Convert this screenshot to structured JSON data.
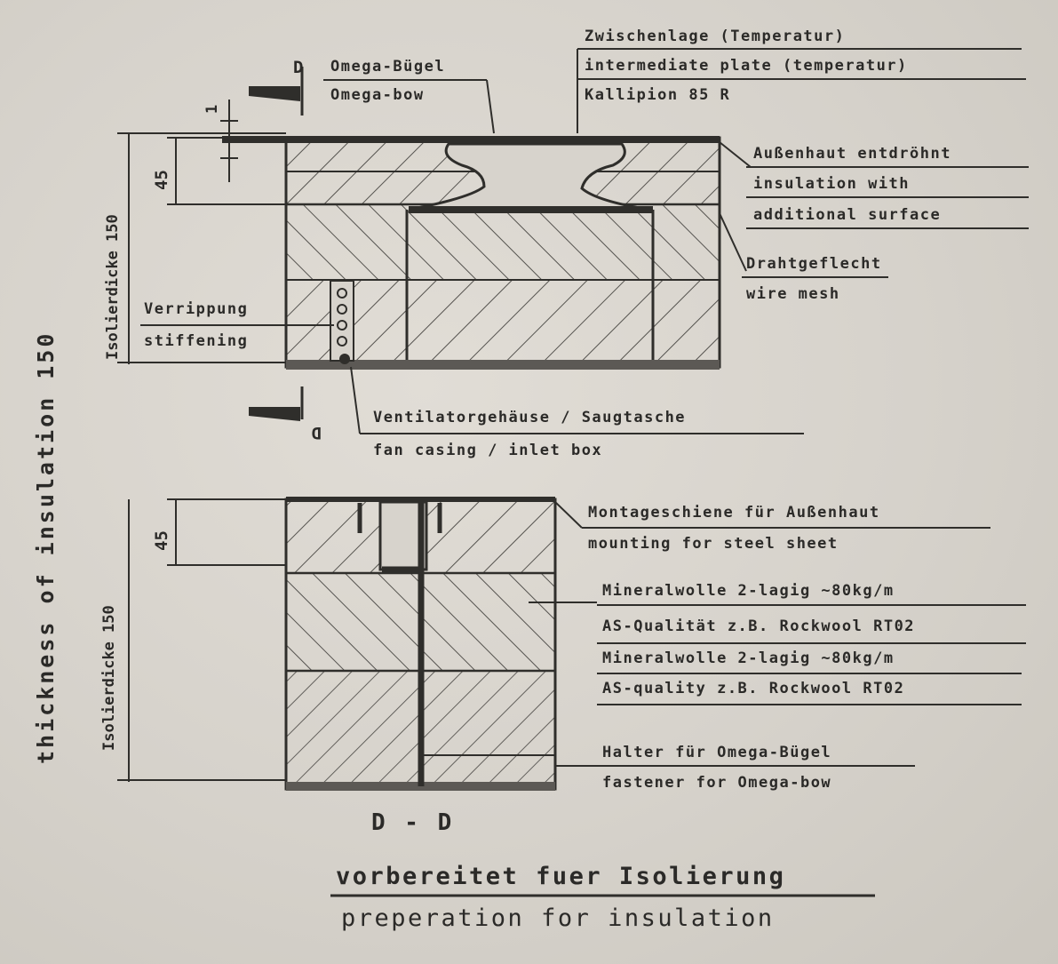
{
  "top_detail": {
    "section_marker": "D",
    "dim_thickness": "1",
    "dim_45": "45",
    "dim_vertical": "Isolierdicke 150",
    "labels": {
      "omega_de": "Omega-Bügel",
      "omega_en": "Omega-bow",
      "intermediate_de": "Zwischenlage (Temperatur)",
      "intermediate_en": "intermediate plate (temperatur)",
      "intermediate_note": "Kallipion 85 R",
      "outer_de": "Außenhaut entdröhnt",
      "outer_en1": "insulation with",
      "outer_en2": "additional surface",
      "wire_de": "Drahtgeflecht",
      "wire_en": "wire mesh",
      "fill_de": "Verrippung",
      "fill_en": "stiffening",
      "fan_de": "Ventilatorgehäuse / Saugtasche",
      "fan_en": "fan casing / inlet box"
    }
  },
  "bottom_detail": {
    "dim_45": "45",
    "dim_vertical": "Isolierdicke 150",
    "section_label": "D - D",
    "labels": {
      "rail_de": "Montageschiene für Außenhaut",
      "rail_en": "mounting for steel sheet",
      "wool1_de": "Mineralwolle 2-lagig ~80kg/m",
      "wool1_en": "AS-Qualität z.B. Rockwool RT02",
      "wool2_de": "Mineralwolle 2-lagig ~80kg/m",
      "wool2_en": "AS-quality z.B. Rockwool RT02",
      "holder_de": "Halter für Omega-Bügel",
      "holder_en": "fastener for Omega-bow"
    }
  },
  "side_label": "thickness of insulation 150",
  "footer": {
    "title_de": "vorbereitet fuer Isolierung",
    "title_en": "preperation for insulation"
  }
}
